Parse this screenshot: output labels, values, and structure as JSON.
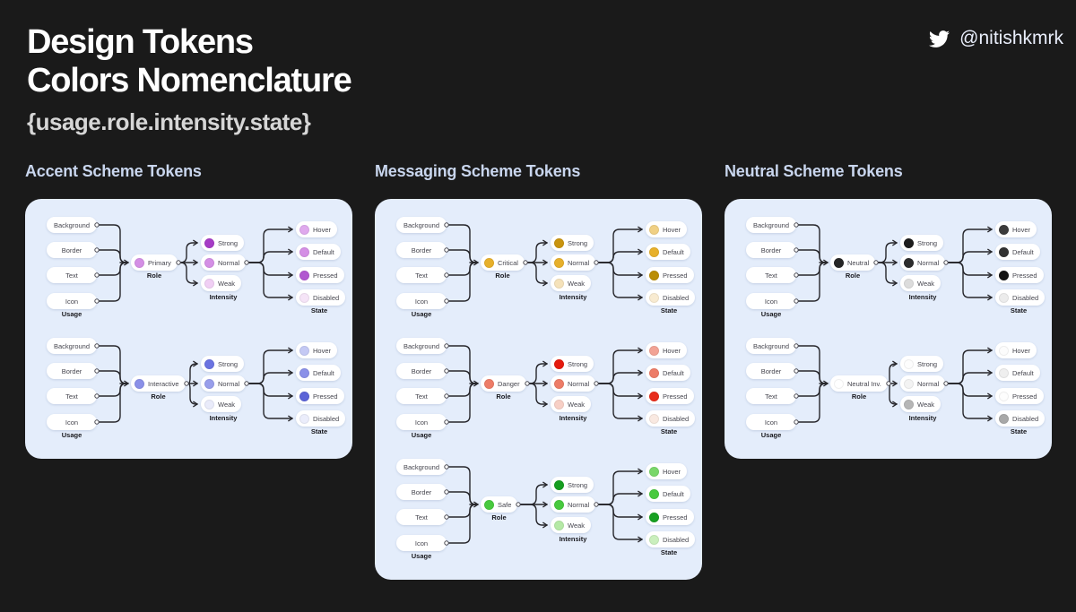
{
  "page": {
    "title_line1": "Design Tokens",
    "title_line2": "Colors Nomenclature",
    "subtitle": "{usage.role.intensity.state}",
    "handle": "@nitishkmrk",
    "background": "#1a1a1a",
    "panel_background": "#e4edfb",
    "heading_color": "#c9d6ee",
    "wire_color": "#26262b"
  },
  "icons": {
    "twitter": "twitter-bird-icon"
  },
  "columns": {
    "usage": "Usage",
    "role": "Role",
    "intensity": "Intensity",
    "state": "State"
  },
  "usage_items": [
    "Background",
    "Border",
    "Text",
    "Icon"
  ],
  "intensity_items": [
    "Strong",
    "Normal",
    "Weak"
  ],
  "state_items": [
    "Hover",
    "Default",
    "Pressed",
    "Disabled"
  ],
  "panels": [
    {
      "heading": "Accent Scheme Tokens",
      "trees": [
        {
          "role": "Primary",
          "role_color": "#d48fe5",
          "intensity_colors": [
            "#a63cc6",
            "#d48fe5",
            "#f0cff4"
          ],
          "state_colors": [
            "#dfa9ed",
            "#d48fe5",
            "#b158d0",
            "#f5e4f7"
          ]
        },
        {
          "role": "Interactive",
          "role_color": "#8a90e8",
          "intensity_colors": [
            "#6b73e1",
            "#989eeb",
            "#e9ebfa"
          ],
          "state_colors": [
            "#c4c9f4",
            "#8a90e8",
            "#5b63d7",
            "#ebedfb"
          ]
        }
      ]
    },
    {
      "heading": "Messaging Scheme Tokens",
      "trees": [
        {
          "role": "Critical",
          "role_color": "#e7b02b",
          "intensity_colors": [
            "#c9940f",
            "#e7b02b",
            "#f5e2ba"
          ],
          "state_colors": [
            "#f0d085",
            "#e7b02b",
            "#ba8d05",
            "#f8ebd1"
          ]
        },
        {
          "role": "Danger",
          "role_color": "#ed7c67",
          "intensity_colors": [
            "#e51a0e",
            "#ed7c67",
            "#f7cfc5"
          ],
          "state_colors": [
            "#f2a395",
            "#ed7c67",
            "#e82c1b",
            "#f9e9e1"
          ]
        },
        {
          "role": "Safe",
          "role_color": "#48c93e",
          "intensity_colors": [
            "#169e20",
            "#48c93e",
            "#b5e9a6"
          ],
          "state_colors": [
            "#79d76a",
            "#48c93e",
            "#18a022",
            "#caefbd"
          ]
        }
      ]
    },
    {
      "heading": "Neutral Scheme Tokens",
      "trees": [
        {
          "role": "Neutral",
          "role_color": "#262626",
          "intensity_colors": [
            "#1d1d1d",
            "#2d2d2d",
            "#dcdcdc"
          ],
          "state_colors": [
            "#3b3b3b",
            "#323232",
            "#141414",
            "#ececec"
          ]
        },
        {
          "role": "Neutral Inv.",
          "role_color": "#ffffff",
          "intensity_colors": [
            "#fdfdfd",
            "#f3f3f3",
            "#b6b6b6"
          ],
          "state_colors": [
            "#fcfcfc",
            "#efefef",
            "#fdfdfd",
            "#a8a8a8"
          ]
        }
      ]
    }
  ]
}
